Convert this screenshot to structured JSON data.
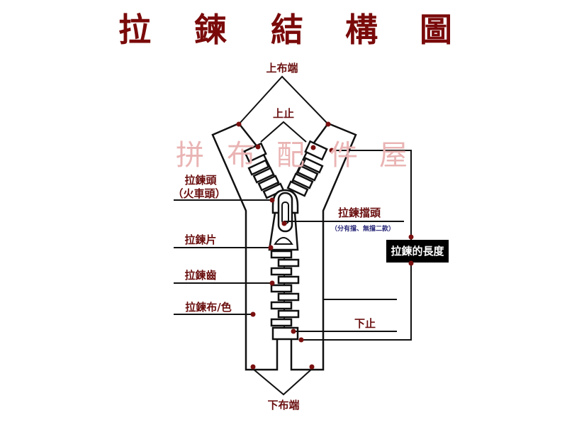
{
  "title": [
    "拉",
    "鍊",
    "結",
    "構",
    "圖"
  ],
  "watermark": [
    "拼",
    "布",
    "配",
    "件",
    "屋"
  ],
  "labels": {
    "top_tape_end": "上布端",
    "top_stop": "上止",
    "slider": "拉鍊頭",
    "slider_alt": "（火車頭）",
    "retainer": "拉鍊擋頭",
    "retainer_note": "（分有擋、無擋二款）",
    "pull_tab": "拉鍊片",
    "teeth": "拉鍊齒",
    "tape": "拉鍊布/色",
    "bottom_stop": "下止",
    "bottom_tape_end": "下布端",
    "zipper_length": "拉鍊的長度"
  },
  "colors": {
    "title": "#7a0a0a",
    "label": "#6b1010",
    "note": "#2a2a7a",
    "dot": "#7a1010",
    "watermark": "#f0c8c8",
    "length_box": "#000000"
  }
}
